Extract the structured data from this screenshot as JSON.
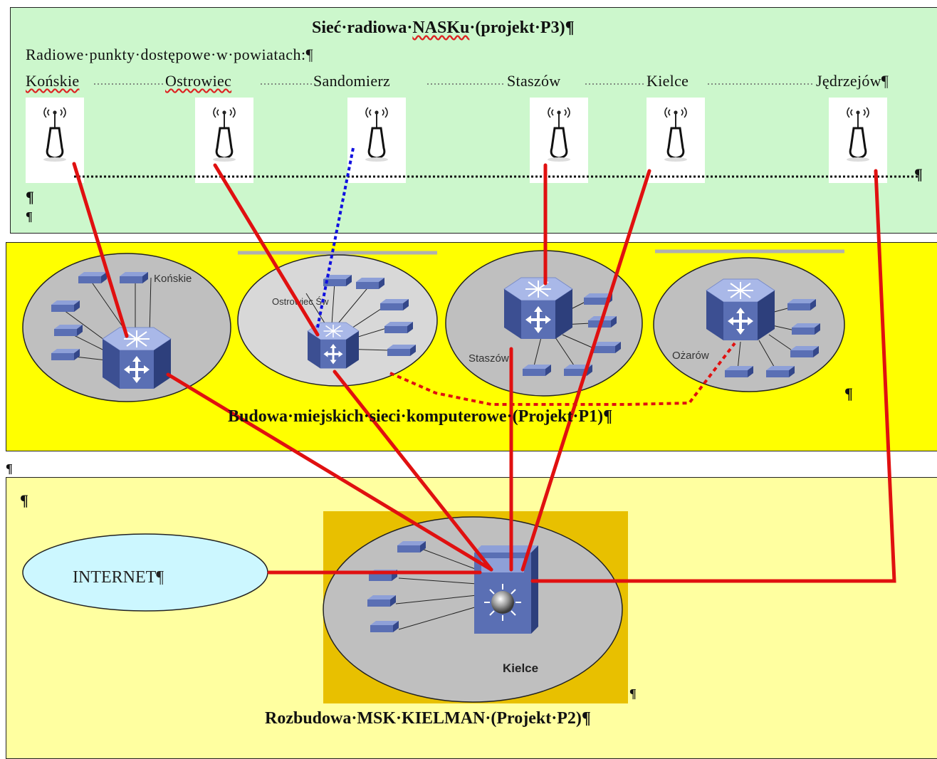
{
  "p3": {
    "title": "Sieć·radiowa·NASKu·(projekt·P3)¶",
    "title_parts": [
      "Sieć·radiowa·",
      "NASKu",
      "·(projekt·P3)¶"
    ],
    "subtitle": "Radiowe·punkty·dostępowe·w·powiatach:¶",
    "cities": [
      "Końskie",
      "Ostrowiec",
      "Sandomierz",
      "Staszów",
      "Kielce",
      "Jędrzejów¶"
    ],
    "pilcrow_right": "¶",
    "pilcrows_left": [
      "¶",
      "¶"
    ]
  },
  "p1": {
    "title": "Budowa·miejskich·sieci·komputerowe·(Projekt·P1)¶",
    "pilcrow_right": "¶",
    "sites": [
      "Końskie",
      "Ostrowiec Św",
      "Staszów",
      "Ożarów"
    ]
  },
  "p2": {
    "title": "Rozbudowa·MSK·KIELMAN·(Projekt·P2)¶",
    "internet": "INTERNET¶",
    "hub_label": "Kielce",
    "pilcrow_top": "¶",
    "pilcrow_mid": "¶",
    "pilcrow_between": "¶"
  },
  "colors": {
    "p3_band": "#ccf7cc",
    "p1_band": "#ffff00",
    "p2_band": "#ffffa0",
    "link_red": "#e01010",
    "link_blue": "#1010e0",
    "internet_fill": "#ccf7ff",
    "device_blue": "#5a6fb4"
  },
  "icons": [
    "antenna-icon",
    "switch-icon",
    "router-icon",
    "core-switch-icon"
  ]
}
